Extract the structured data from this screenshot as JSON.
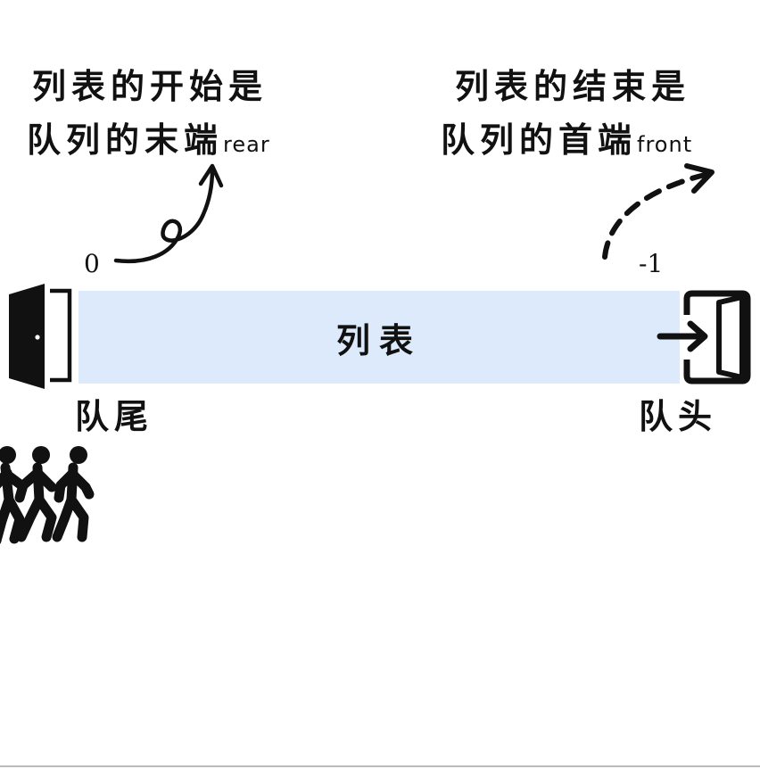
{
  "left_note": {
    "line1": "列表的开始是",
    "line2": "队列的末端",
    "suffix": "rear"
  },
  "right_note": {
    "line1": "列表的结束是",
    "line2": "队列的首端",
    "suffix": "front"
  },
  "start_index": "0",
  "end_index": "-1",
  "bar_label": "列表",
  "tail_label": "队尾",
  "head_label": "队头",
  "colors": {
    "bar": "#dceafb",
    "ink": "#111111"
  },
  "icons": [
    "entry-door-icon",
    "exit-door-icon",
    "running-people-icon",
    "curly-arrow-icon",
    "dashed-arrow-icon"
  ]
}
